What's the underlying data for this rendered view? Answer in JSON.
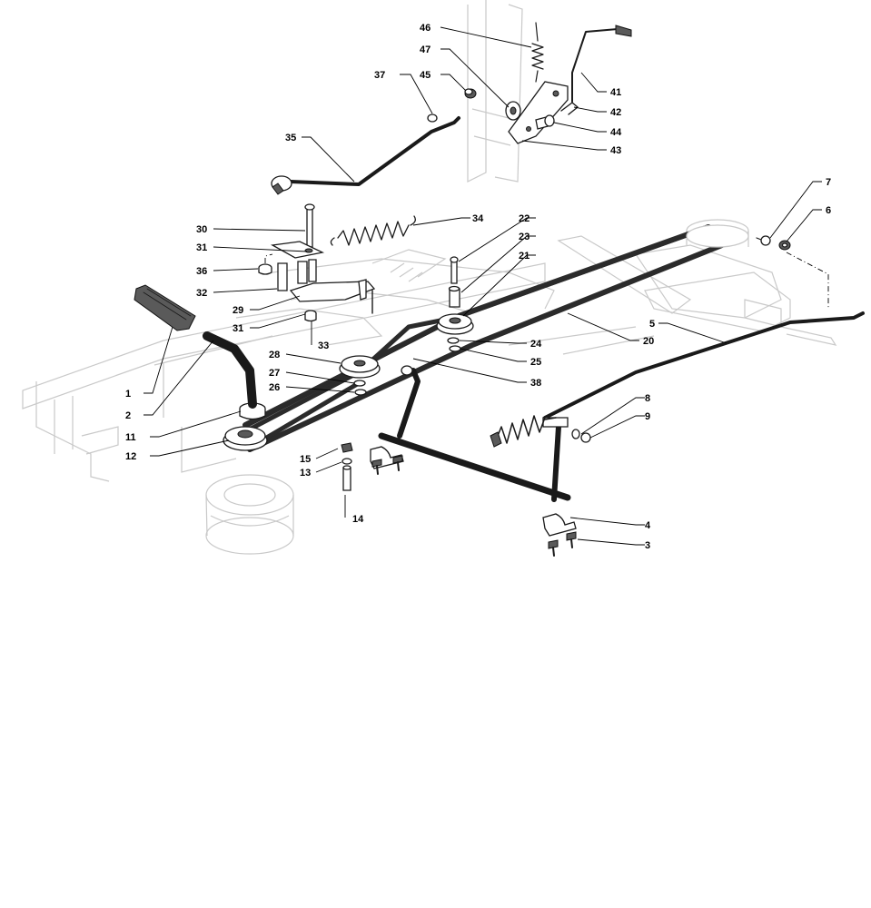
{
  "diagram": {
    "callouts": [
      {
        "id": "c46",
        "label": "46"
      },
      {
        "id": "c47",
        "label": "47"
      },
      {
        "id": "c45",
        "label": "45"
      },
      {
        "id": "c37",
        "label": "37"
      },
      {
        "id": "c41",
        "label": "41"
      },
      {
        "id": "c42",
        "label": "42"
      },
      {
        "id": "c44",
        "label": "44"
      },
      {
        "id": "c43",
        "label": "43"
      },
      {
        "id": "c35",
        "label": "35"
      },
      {
        "id": "c30",
        "label": "30"
      },
      {
        "id": "c34",
        "label": "34"
      },
      {
        "id": "c22",
        "label": "22"
      },
      {
        "id": "c23",
        "label": "23"
      },
      {
        "id": "c21",
        "label": "21"
      },
      {
        "id": "c31a",
        "label": "31"
      },
      {
        "id": "c36",
        "label": "36"
      },
      {
        "id": "c32",
        "label": "32"
      },
      {
        "id": "c29",
        "label": "29"
      },
      {
        "id": "c31b",
        "label": "31"
      },
      {
        "id": "c33",
        "label": "33"
      },
      {
        "id": "c7",
        "label": "7"
      },
      {
        "id": "c6",
        "label": "6"
      },
      {
        "id": "c5",
        "label": "5"
      },
      {
        "id": "c20",
        "label": "20"
      },
      {
        "id": "c24",
        "label": "24"
      },
      {
        "id": "c25",
        "label": "25"
      },
      {
        "id": "c28",
        "label": "28"
      },
      {
        "id": "c27",
        "label": "27"
      },
      {
        "id": "c38",
        "label": "38"
      },
      {
        "id": "c26",
        "label": "26"
      },
      {
        "id": "c1",
        "label": "1"
      },
      {
        "id": "c2",
        "label": "2"
      },
      {
        "id": "c11",
        "label": "11"
      },
      {
        "id": "c12",
        "label": "12"
      },
      {
        "id": "c8",
        "label": "8"
      },
      {
        "id": "c9",
        "label": "9"
      },
      {
        "id": "c15",
        "label": "15"
      },
      {
        "id": "c13",
        "label": "13"
      },
      {
        "id": "c14",
        "label": "14"
      },
      {
        "id": "c4",
        "label": "4"
      },
      {
        "id": "c3",
        "label": "3"
      }
    ]
  }
}
